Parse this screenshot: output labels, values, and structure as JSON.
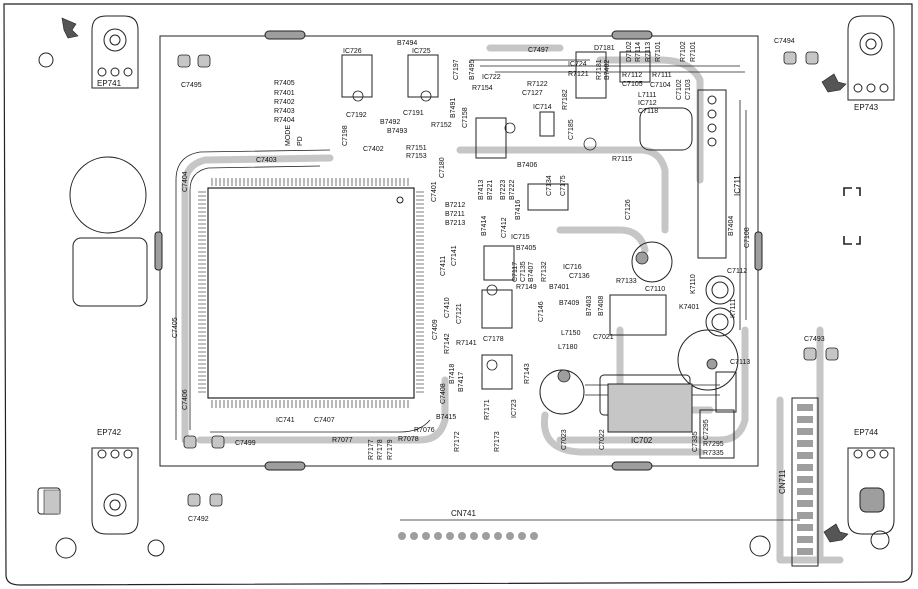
{
  "colors": {
    "copper": "#c6c6c6",
    "outline": "#222222",
    "pad": "#9e9e9e",
    "bg": "#ffffff"
  },
  "board": {
    "ep741": "EP741",
    "ep742": "EP742",
    "ep743": "EP743",
    "ep744": "EP744",
    "cn741": "CN741",
    "cn711": "CN711",
    "c7495": "C7495",
    "c7494": "C7494",
    "c7493": "C7493",
    "c7499": "C7499",
    "c7492": "C7492"
  },
  "left_labels": [
    "R7405",
    "R7401",
    "R7402",
    "R7403",
    "R7404"
  ],
  "mode_labels": {
    "mode": "MODE",
    "pd": "PD"
  },
  "top_labels": {
    "b7494": "B7494",
    "ic726": "IC726",
    "ic725": "IC725",
    "c7497": "C7497",
    "d7181": "D7181",
    "ic724": "IC724",
    "r7121": "R7121",
    "r7122": "R7122",
    "c7127": "C7127",
    "r7154": "R7154",
    "ic722": "IC722",
    "b7495": "B7495",
    "c7197": "C7197",
    "c7192": "C7192",
    "c7191": "C7191",
    "b7491": "B7491",
    "b7492": "B7492",
    "b7493": "B7493",
    "r7152": "R7152",
    "ic714": "IC714",
    "r7182": "R7182",
    "c7158": "C7158",
    "c7185": "C7185"
  },
  "top_right_labels": {
    "d7102": "D7102",
    "r7114": "R7114",
    "r7113": "R7113",
    "r7101": "R7101",
    "r7102": "R7102",
    "r7112": "R7112",
    "r7111": "R7111",
    "c7105": "C7105",
    "c7104": "C7104",
    "l7111": "L7111",
    "ic712": "IC712",
    "c7118": "C7118",
    "c7102": "C7102",
    "c7103": "C7103",
    "b7402": "B7402",
    "r7181": "R7181"
  },
  "mid_labels": {
    "c7403": "C7403",
    "c7198": "C7198",
    "c7402": "C7402",
    "r7151": "R7151",
    "r7153": "R7153",
    "c7180": "C7180",
    "c7404": "C7404",
    "c7401": "C7401",
    "b7406": "B7406",
    "r7115": "R7115",
    "b7212": "B7212",
    "b7211": "B7211",
    "b7213": "B7213",
    "b7413": "B7413",
    "b7221": "B7221",
    "b7223": "B7223",
    "b7222": "B7222",
    "c7134": "C7134",
    "c7175": "C7175",
    "b7416": "B7416",
    "c7126": "C7126",
    "ic711": "IC711",
    "b7404": "B7404",
    "c7108": "C7108",
    "b7414": "B7414",
    "c7412": "C7412",
    "ic715": "IC715",
    "b7405": "B7405",
    "c7411": "C7411",
    "c7141": "C7141",
    "c7117": "C7117",
    "c7135": "C7135",
    "b7407": "B7407",
    "r7132": "R7132",
    "ic716": "IC716",
    "c7136": "C7136",
    "c7112": "C7112",
    "k7110": "K7110",
    "r7149": "R7149",
    "b7401": "B7401",
    "r7133": "R7133",
    "c7110": "C7110",
    "k7111": "K7111",
    "k7401": "K7401",
    "c7410": "C7410",
    "c7409": "C7409",
    "c7121": "C7121",
    "c7146": "C7146",
    "b7409": "B7409",
    "b7403": "B7403",
    "b7408": "B7408",
    "l7150": "L7150",
    "c7021": "C7021",
    "c7405": "C7405",
    "r7142": "R7142",
    "r7141": "R7141",
    "c7178": "C7178",
    "l7180": "L7180",
    "c7113": "C7113",
    "b7418": "B7418",
    "b7417": "B7417",
    "r7143": "R7143",
    "c7406": "C7406",
    "c7408": "C7408",
    "b7415": "B7415",
    "r7171": "R7171",
    "ic741": "IC741",
    "c7407": "C7407",
    "ic723": "IC723",
    "r7077": "R7077",
    "r7076": "R7076",
    "r7078": "R7078",
    "r7177": "R7177",
    "r7178": "R7178",
    "r7179": "R7179",
    "r7172": "R7172",
    "r7173": "R7173",
    "c7023": "C7023",
    "c7022": "C7022",
    "ic702": "IC702",
    "c7335": "C7335",
    "c7295": "C7295",
    "r7295": "R7295",
    "r7335": "R7335"
  }
}
